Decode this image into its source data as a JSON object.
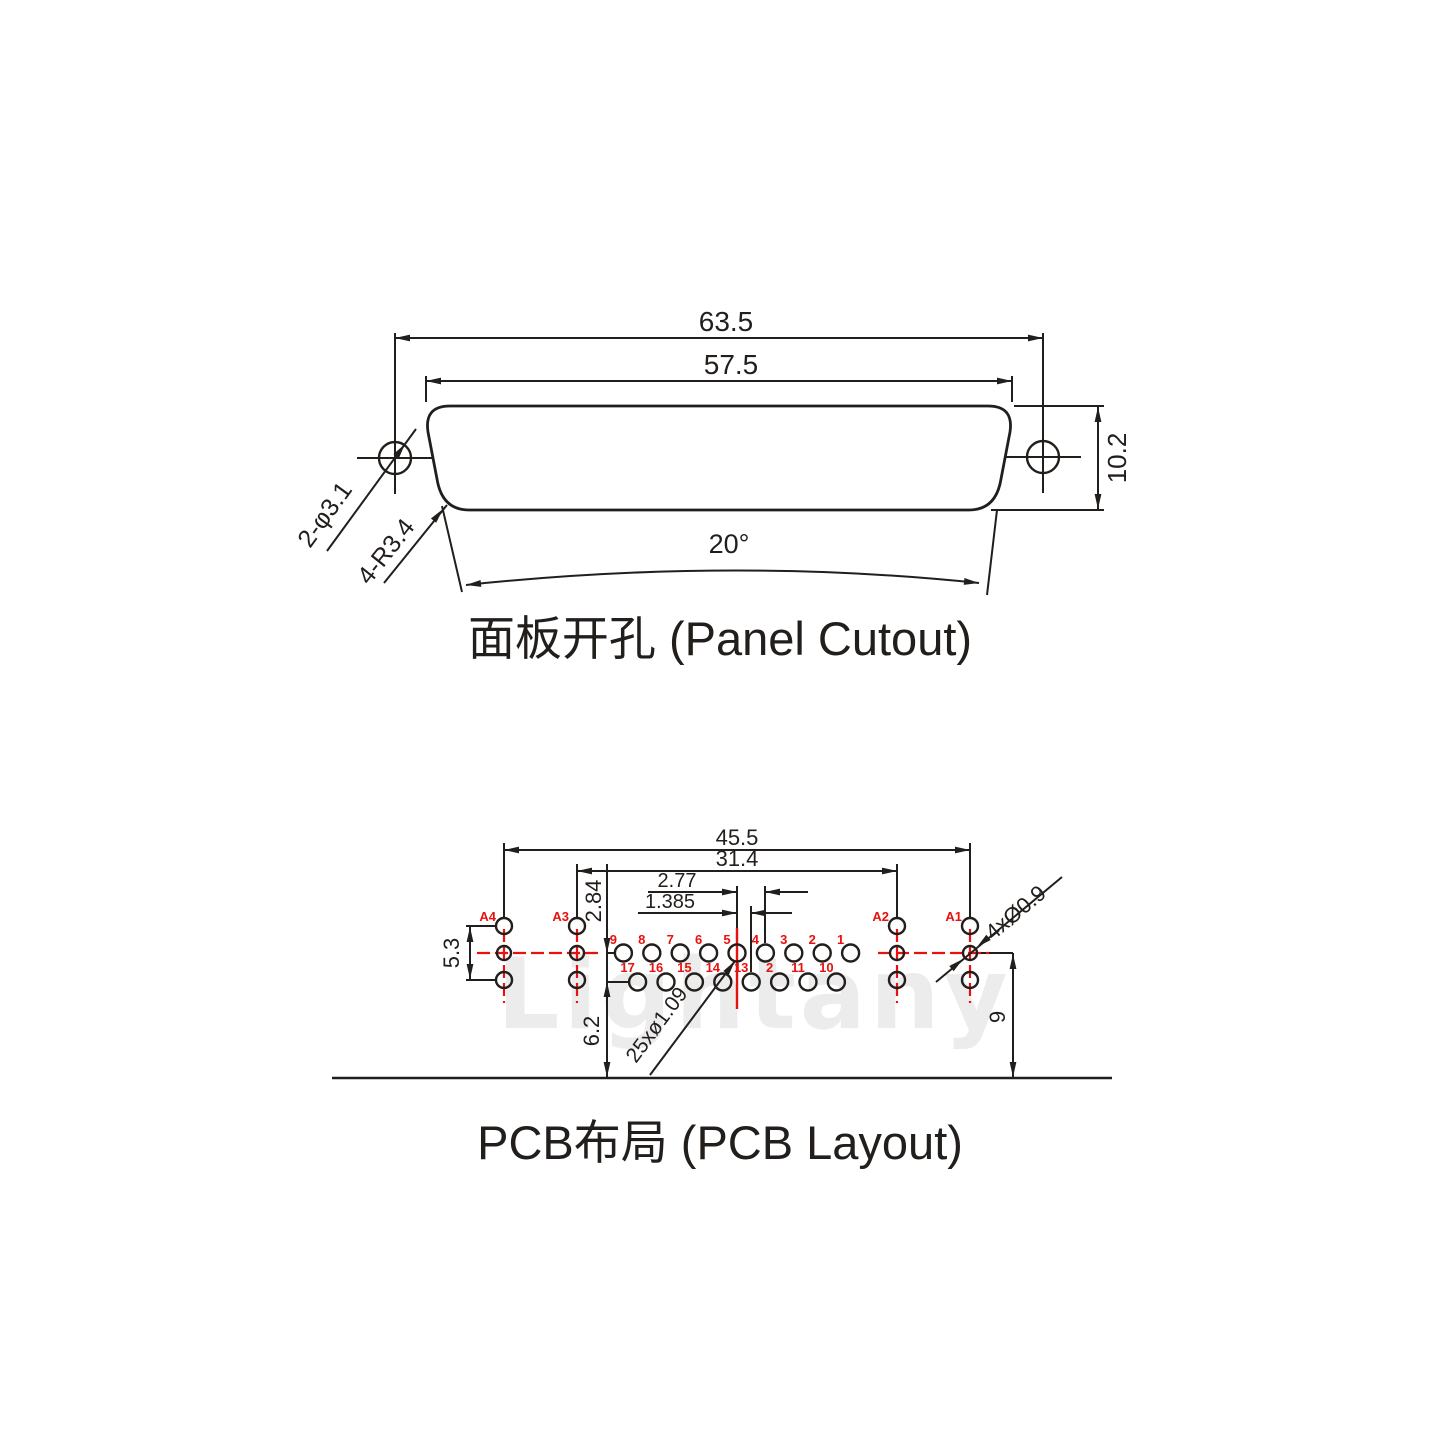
{
  "colors": {
    "line": "#221e1c",
    "red": "#e8110e",
    "watermark": "#ececec",
    "background": "#ffffff"
  },
  "watermark": "Lightany",
  "panel": {
    "title": "面板开孔 (Panel Cutout)",
    "dim_outer_width": "63.5",
    "dim_cutout_width": "57.5",
    "dim_height": "10.2",
    "dim_angle": "20°",
    "label_mount_holes": "2-φ3.1",
    "label_corner_radius": "4-R3.4"
  },
  "pcb": {
    "title": "PCB布局 (PCB Layout)",
    "dim_outer_span": "45.5",
    "dim_inner_span": "31.4",
    "dim_pitch": "2.77",
    "dim_half_pitch": "1.385",
    "dim_row_offset": "2.84",
    "dim_coax_vertical": "5.3",
    "dim_bottom_left": "6.2",
    "dim_bottom_right": "9",
    "label_signal_holes": "25xø1.09",
    "label_coax_holes": "4xØ0.9",
    "coax_labels": [
      "A4",
      "A3",
      "A2",
      "A1"
    ],
    "top_row_labels": [
      "9",
      "8",
      "7",
      "6",
      "5",
      "4",
      "3",
      "2",
      "1"
    ],
    "bottom_row_labels": [
      "17",
      "16",
      "15",
      "14",
      "13",
      "2",
      "11",
      "10"
    ]
  }
}
